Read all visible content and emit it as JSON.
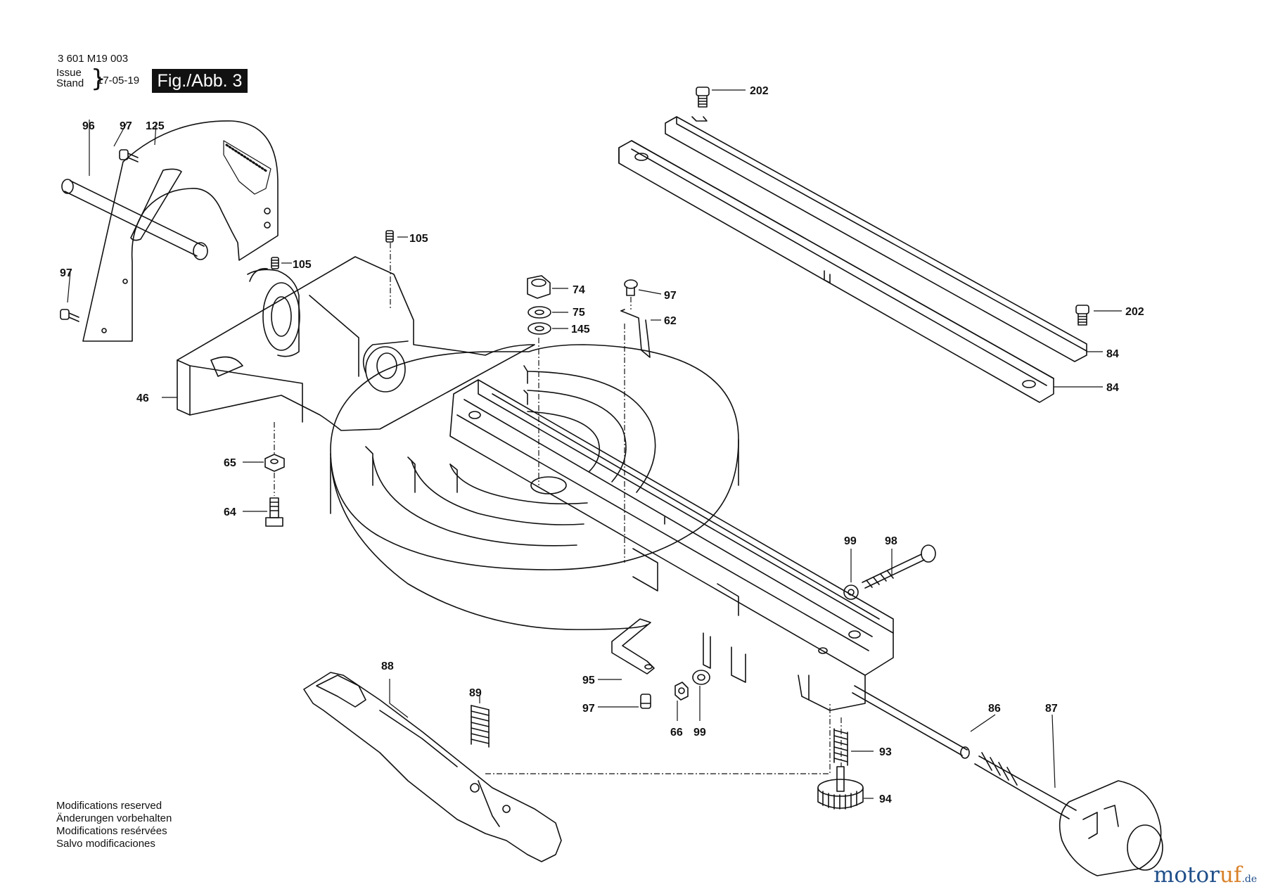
{
  "header": {
    "doc_id": "3 601 M19 003",
    "issue_label": "Issue",
    "stand_label": "Stand",
    "date": "17-05-19",
    "figure": "Fig./Abb. 3"
  },
  "callouts": [
    {
      "id": "c202a",
      "text": "202"
    },
    {
      "id": "c96",
      "text": "96"
    },
    {
      "id": "c97a",
      "text": "97"
    },
    {
      "id": "c125",
      "text": "125"
    },
    {
      "id": "c105a",
      "text": "105"
    },
    {
      "id": "c105b",
      "text": "105"
    },
    {
      "id": "c97b",
      "text": "97"
    },
    {
      "id": "c74",
      "text": "74"
    },
    {
      "id": "c75",
      "text": "75"
    },
    {
      "id": "c145",
      "text": "145"
    },
    {
      "id": "c97c",
      "text": "97"
    },
    {
      "id": "c62",
      "text": "62"
    },
    {
      "id": "c202b",
      "text": "202"
    },
    {
      "id": "c84a",
      "text": "84"
    },
    {
      "id": "c84b",
      "text": "84"
    },
    {
      "id": "c46",
      "text": "46"
    },
    {
      "id": "c65",
      "text": "65"
    },
    {
      "id": "c64",
      "text": "64"
    },
    {
      "id": "c99a",
      "text": "99"
    },
    {
      "id": "c98",
      "text": "98"
    },
    {
      "id": "c88",
      "text": "88"
    },
    {
      "id": "c89",
      "text": "89"
    },
    {
      "id": "c95",
      "text": "95"
    },
    {
      "id": "c97d",
      "text": "97"
    },
    {
      "id": "c66",
      "text": "66"
    },
    {
      "id": "c99b",
      "text": "99"
    },
    {
      "id": "c86",
      "text": "86"
    },
    {
      "id": "c87",
      "text": "87"
    },
    {
      "id": "c93",
      "text": "93"
    },
    {
      "id": "c94",
      "text": "94"
    }
  ],
  "notes": [
    "Modifications reserved",
    "Änderungen vorbehalten",
    "Modifications resérvées",
    "Salvo modificaciones"
  ],
  "brand": {
    "main": "motor",
    "accent": "uf",
    "tld": ".de"
  },
  "colors": {
    "ink": "#111111",
    "paper": "#ffffff",
    "badge": "#111111",
    "brand_blue": "#1f4f8a",
    "brand_orange": "#d9822b"
  }
}
